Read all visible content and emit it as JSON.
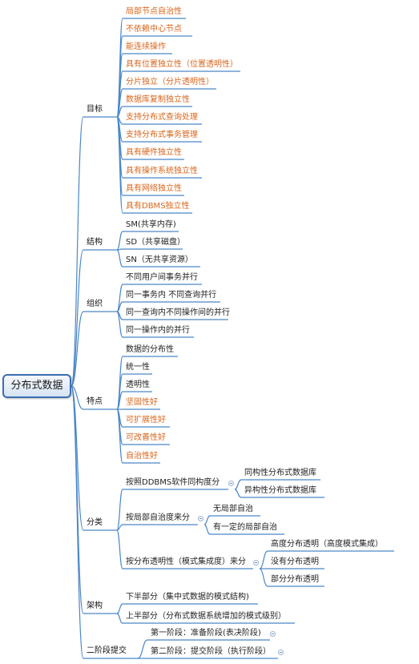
{
  "root": "分布式数据",
  "branches": {
    "goals": {
      "label": "目标",
      "items": [
        "局部节点自治性",
        "不依赖中心节点",
        "能连续操作",
        "具有位置独立性（位置透明性）",
        "分片独立（分片透明性）",
        "数据库复制独立性",
        "支持分布式查询处理",
        "支持分布式事务管理",
        "具有硬件独立性",
        "具有操作系统独立性",
        "具有网络独立性",
        "具有DBMS独立性"
      ]
    },
    "structure": {
      "label": "结构",
      "items": [
        "SM(共享内存)",
        "SD（共享磁盘）",
        "SN（无共享资源）"
      ]
    },
    "organization": {
      "label": "组织",
      "items": [
        "不同用户间事务并行",
        "同一事务内 不同查询并行",
        "同一查询内不同操作间的并行",
        "同一操作内的并行"
      ]
    },
    "features": {
      "label": "特点",
      "items": [
        "数据的分布性",
        "统一性",
        "透明性",
        "坚固性好",
        "可扩展性好",
        "可改善性好",
        "自治性好"
      ]
    },
    "classification": {
      "label": "分类",
      "groups": [
        {
          "label": "按照DDBMS软件同构度分",
          "items": [
            "同构性分布式数据库",
            "异构性分布式数据库"
          ]
        },
        {
          "label": "按局部自治度来分",
          "items": [
            "无局部自治",
            "有一定的局部自治"
          ]
        },
        {
          "label": "按分布透明性（模式集成度）来分",
          "items": [
            "高度分布透明（高度模式集成）",
            "没有分布透明",
            "部分分布透明"
          ]
        }
      ]
    },
    "architecture": {
      "label": "架构",
      "items": [
        "下半部分（集中式数据的模式结构)",
        "上半部分（分布式数据系统增加的模式级别）"
      ]
    },
    "two_phase_commit": {
      "label": "二阶段提交",
      "items": [
        "第一阶段：准备阶段(表决阶段)",
        "第二阶段：提交阶段（执行阶段）"
      ]
    }
  },
  "colors": {
    "line": "#4a86c8",
    "accent_text": "#d8651c",
    "root_border": "#3b6fb0"
  }
}
